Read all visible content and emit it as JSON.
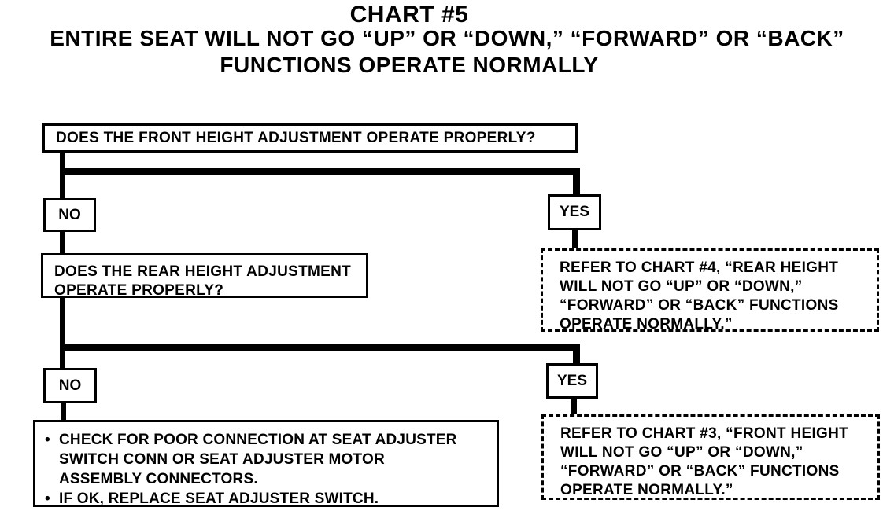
{
  "colors": {
    "ink": "#000000",
    "paper": "#ffffff"
  },
  "title": {
    "chart_no": "CHART #5",
    "line2": "ENTIRE SEAT WILL NOT GO “UP” OR “DOWN,” “FORWARD” OR “BACK”",
    "line3": "FUNCTIONS OPERATE NORMALLY"
  },
  "nodes": {
    "q_front": {
      "text": "DOES THE FRONT HEIGHT ADJUSTMENT OPERATE PROPERLY?"
    },
    "no_1": {
      "label": "NO"
    },
    "yes_1": {
      "label": "YES"
    },
    "q_rear": {
      "lines": [
        "DOES THE REAR HEIGHT ADJUSTMENT",
        "OPERATE PROPERLY?"
      ]
    },
    "refer_chart4": {
      "lines": [
        "REFER TO CHART #4, “REAR HEIGHT",
        "WILL NOT GO “UP” OR “DOWN,”",
        "“FORWARD” OR “BACK” FUNCTIONS",
        "OPERATE NORMALLY.”"
      ]
    },
    "no_2": {
      "label": "NO"
    },
    "yes_2": {
      "label": "YES"
    },
    "action": {
      "bullet": "•",
      "items": [
        {
          "lines": [
            "CHECK FOR POOR CONNECTION AT SEAT ADJUSTER",
            "SWITCH CONN OR SEAT ADJUSTER MOTOR",
            "ASSEMBLY CONNECTORS."
          ]
        },
        {
          "lines": [
            "IF OK, REPLACE SEAT ADJUSTER SWITCH."
          ]
        }
      ]
    },
    "refer_chart3": {
      "lines": [
        "REFER TO CHART #3, “FRONT HEIGHT",
        "WILL NOT GO “UP” OR “DOWN,”",
        "“FORWARD” OR “BACK” FUNCTIONS",
        "OPERATE NORMALLY.”"
      ]
    }
  }
}
